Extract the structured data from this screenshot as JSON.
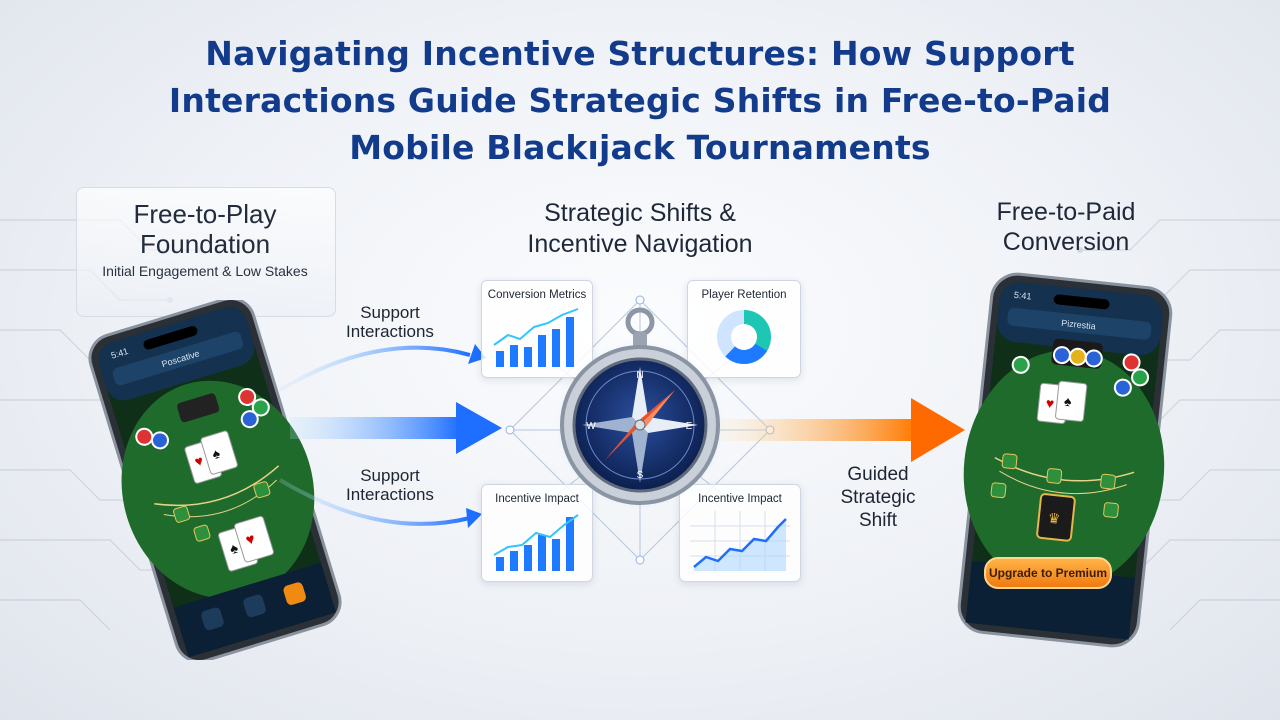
{
  "title": {
    "line1": "Navigating Incentive Structures: How Support",
    "line2": "Interactions Guide Strategic Shifts in Free-to-Paid",
    "line3": "Mobile Blackıjack Tournaments"
  },
  "left_panel": {
    "heading_line1": "Free-to-Play",
    "heading_line2": "Foundation",
    "subtitle": "Initial Engagement & Low Stakes",
    "phone_status": "5:41",
    "phone_header": "Poscative"
  },
  "middle": {
    "heading_line1": "Strategic Shifts &",
    "heading_line2": "Incentive Navigation",
    "cards": {
      "conversion_metrics": "Conversion Metrics",
      "player_retention": "Player Retention",
      "incentive_impact_left": "Incentive Impact",
      "incentive_impact_right": "Incentive Impact"
    }
  },
  "right_panel": {
    "heading_line1": "Free-to-Paid",
    "heading_line2": "Conversion",
    "phone_status": "5:41",
    "phone_header": "Pizrestia",
    "upgrade_button": "Upgrade to Premium"
  },
  "arrows": {
    "support_top_line1": "Support",
    "support_top_line2": "Interactions",
    "support_bottom_line1": "Support",
    "support_bottom_line2": "Interactions",
    "guided_line1": "Guided",
    "guided_line2": "Strategic",
    "guided_line3": "Shift"
  },
  "compass": {
    "n": "N",
    "s": "S",
    "e": "E",
    "w": "W"
  },
  "colors": {
    "title": "#123b8c",
    "blue_arrow": "#1e6fff",
    "orange_arrow": "#ff7a00",
    "felt": "#1f6b2c"
  }
}
